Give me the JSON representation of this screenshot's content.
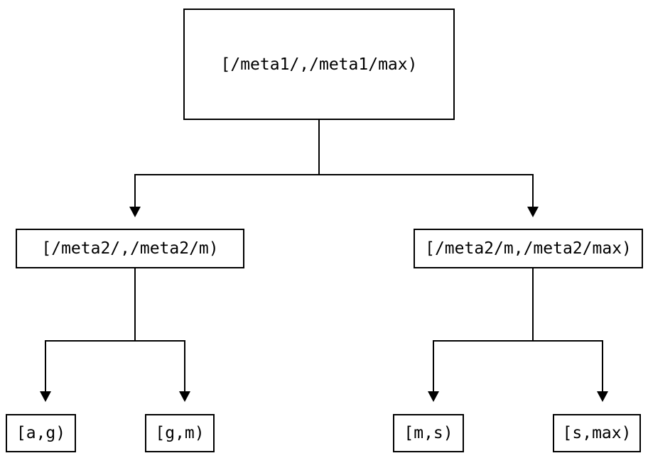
{
  "diagram": {
    "type": "tree",
    "colors": {
      "background": "#ffffff",
      "stroke": "#000000",
      "text": "#000000"
    },
    "nodes": {
      "root": {
        "label": "[/meta1/,/meta1/max)"
      },
      "left_child": {
        "label": "[/meta2/,/meta2/m)"
      },
      "right_child": {
        "label": "[/meta2/m,/meta2/max)"
      },
      "leaf_1": {
        "label": "[a,g)"
      },
      "leaf_2": {
        "label": "[g,m)"
      },
      "leaf_3": {
        "label": "[m,s)"
      },
      "leaf_4": {
        "label": "[s,max)"
      }
    },
    "edges": [
      {
        "from": "root",
        "to": "left_child"
      },
      {
        "from": "root",
        "to": "right_child"
      },
      {
        "from": "left_child",
        "to": "leaf_1"
      },
      {
        "from": "left_child",
        "to": "leaf_2"
      },
      {
        "from": "right_child",
        "to": "leaf_3"
      },
      {
        "from": "right_child",
        "to": "leaf_4"
      }
    ]
  }
}
